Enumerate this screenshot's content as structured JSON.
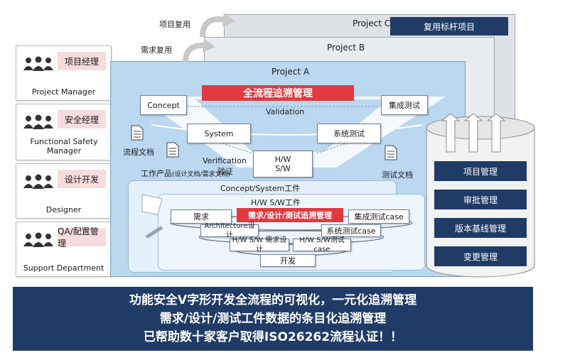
{
  "roles": [
    {
      "cn": "项目经理",
      "en": "Project Manager"
    },
    {
      "cn": "安全经理",
      "en": "Functional Safety Manager"
    },
    {
      "cn": "设计开发",
      "en": "Designer"
    },
    {
      "cn": "QA/配置管理",
      "en": "Support Department"
    }
  ],
  "reuse": {
    "project_reuse": "项目复用",
    "req_reuse": "需求复用"
  },
  "projects": {
    "c": "Project C",
    "c_badge": "复用标杆项目",
    "b": "Project B",
    "a": "Project A"
  },
  "banner": "全流程追溯管理",
  "vmodel": {
    "validation": "Validation",
    "concept": "Concept",
    "integration_test": "集成测试",
    "system": "System",
    "system_test": "系统测试",
    "hw": "H/W",
    "sw": "S/W",
    "verification": "Verification",
    "verify_cn": "验证",
    "process_doc": "流程文档",
    "work_product": "工作产品",
    "work_product_note": "(设计文档/需求文档)",
    "test_doc": "测试文档"
  },
  "workitems": {
    "concept_system": "Concept/System工件",
    "hwsw": "H/W S/W工件",
    "req": "需求",
    "trace_banner": "需求/设计/测试追溯管理",
    "integration_case": "集成测试case",
    "architecture": "Architecture设计",
    "system_case": "系统测试case",
    "hwsw_req": "H/W S/W 需求设计",
    "hwsw_test": "H/W S/W测试case",
    "dev": "开发"
  },
  "database": [
    "项目管理",
    "审批管理",
    "版本基线管理",
    "变更管理"
  ],
  "bottom": [
    "功能安全V字形开发全流程的可视化，一元化追溯管理",
    "需求/设计/测试工件数据的条目化追溯管理",
    "已帮助数十家客户取得ISO26262流程认证！！"
  ],
  "colors": {
    "navy": "#1f3b66",
    "accent_red": "#e03a3e",
    "light_blue": "#bcd7f0"
  }
}
